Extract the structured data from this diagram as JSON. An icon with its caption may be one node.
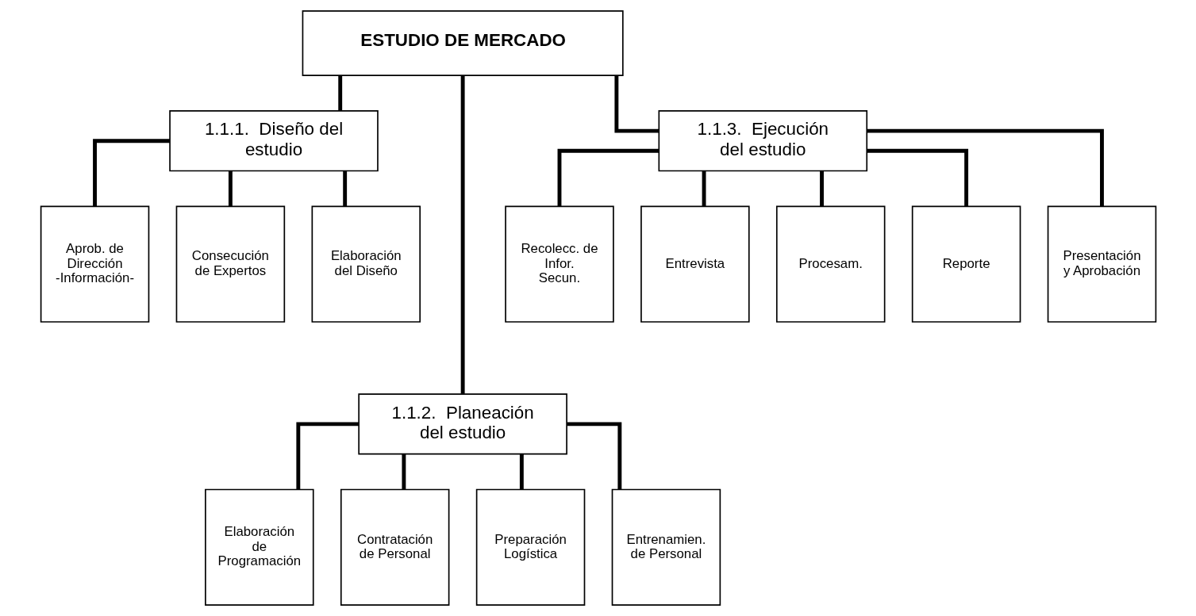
{
  "diagram": {
    "nodes": [
      {
        "text": [
          "ESTUDIO DE MERCADO"
        ]
      },
      {
        "text": [
          "1.1.1.  Diseño del estudio"
        ]
      },
      {
        "text": [
          "Aprob. de Dirección -Información-"
        ]
      },
      {
        "text": [
          "Consecución de Expertos"
        ]
      },
      {
        "text": [
          "Elaboración del Diseño"
        ]
      },
      {
        "text": [
          "1.1.2.  Planeación del estudio"
        ]
      },
      {
        "text": [
          "Elaboración de Programación"
        ]
      },
      {
        "text": [
          "Contratación de Personal"
        ]
      },
      {
        "text": [
          "Preparación Logística"
        ]
      },
      {
        "text": [
          "Entrenamien. de Personal"
        ]
      },
      {
        "text": [
          "1.1.3.  Ejecución del estudio"
        ]
      },
      {
        "text": [
          "Recolecc. de Infor. Secun."
        ]
      },
      {
        "text": [
          "Entrevista"
        ]
      },
      {
        "text": [
          "Procesam."
        ]
      },
      {
        "text": [
          "Reporte"
        ]
      },
      {
        "text": [
          "Presentación y Aprobación"
        ]
      }
    ],
    "edges": [
      {
        "from": 0,
        "to": 1,
        "arrow": "none"
      },
      {
        "from": 0,
        "to": 5,
        "arrow": "none"
      },
      {
        "from": 0,
        "to": 10,
        "arrow": "none"
      },
      {
        "from": 1,
        "to": 2,
        "arrow": "none"
      },
      {
        "from": 1,
        "to": 3,
        "arrow": "none"
      },
      {
        "from": 1,
        "to": 4,
        "arrow": "none"
      },
      {
        "from": 5,
        "to": 6,
        "arrow": "none"
      },
      {
        "from": 5,
        "to": 7,
        "arrow": "none"
      },
      {
        "from": 5,
        "to": 8,
        "arrow": "none"
      },
      {
        "from": 5,
        "to": 9,
        "arrow": "none"
      },
      {
        "from": 10,
        "to": 11,
        "arrow": "none"
      },
      {
        "from": 10,
        "to": 12,
        "arrow": "none"
      },
      {
        "from": 10,
        "to": 13,
        "arrow": "none"
      },
      {
        "from": 10,
        "to": 14,
        "arrow": "none"
      },
      {
        "from": 10,
        "to": 15,
        "arrow": "none"
      }
    ]
  }
}
